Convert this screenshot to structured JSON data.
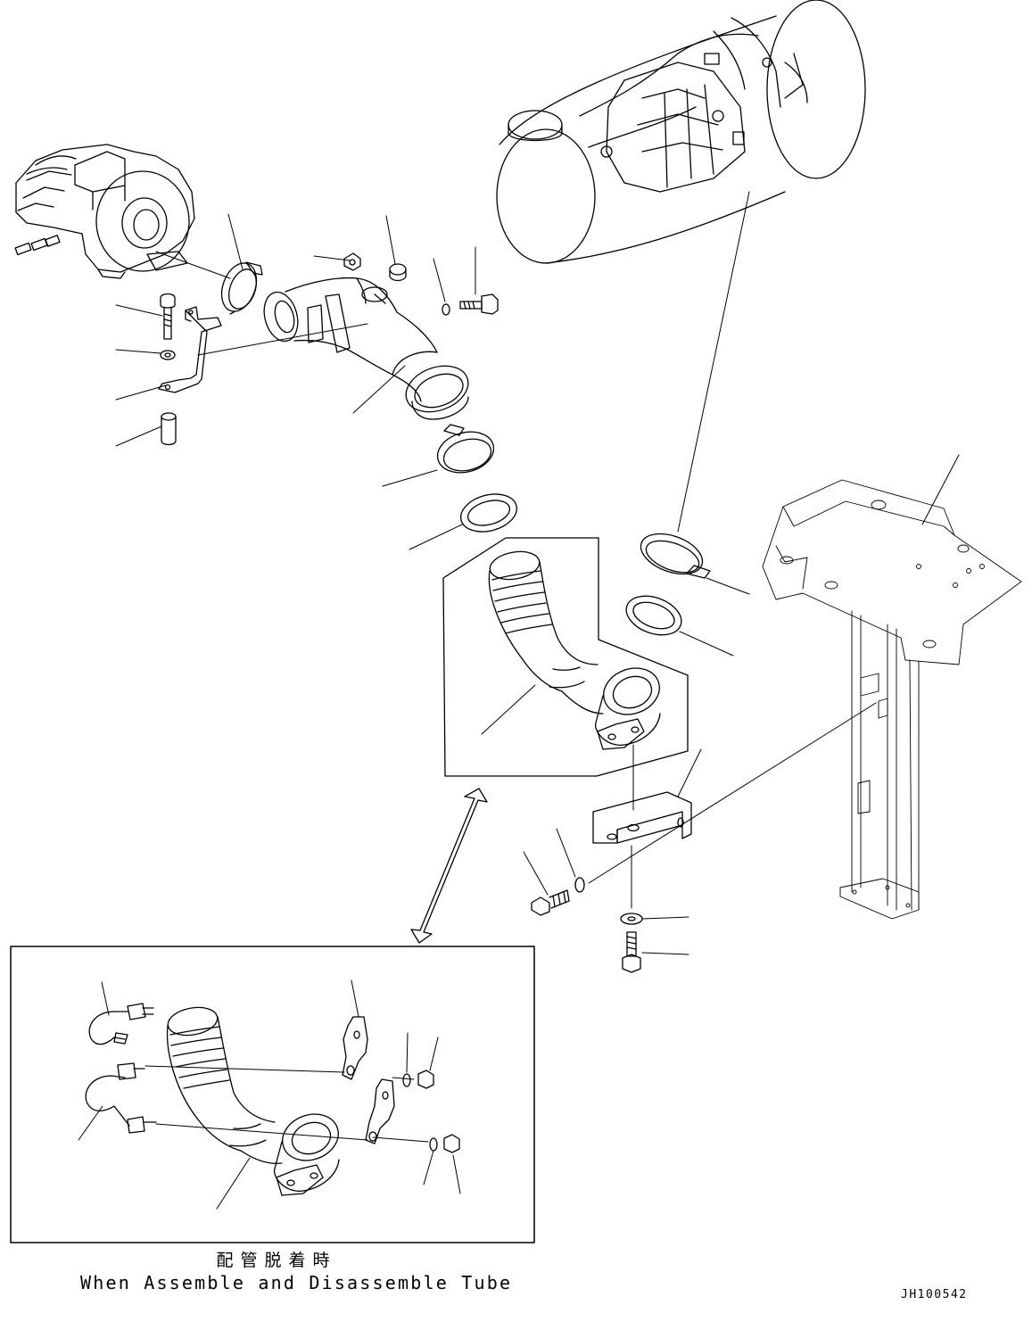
{
  "caption": {
    "japanese": "配管脱着時",
    "english": "When Assemble and Disassemble Tube"
  },
  "drawing_number": "JH100542",
  "colors": {
    "line": "#000000",
    "background": "#ffffff"
  }
}
